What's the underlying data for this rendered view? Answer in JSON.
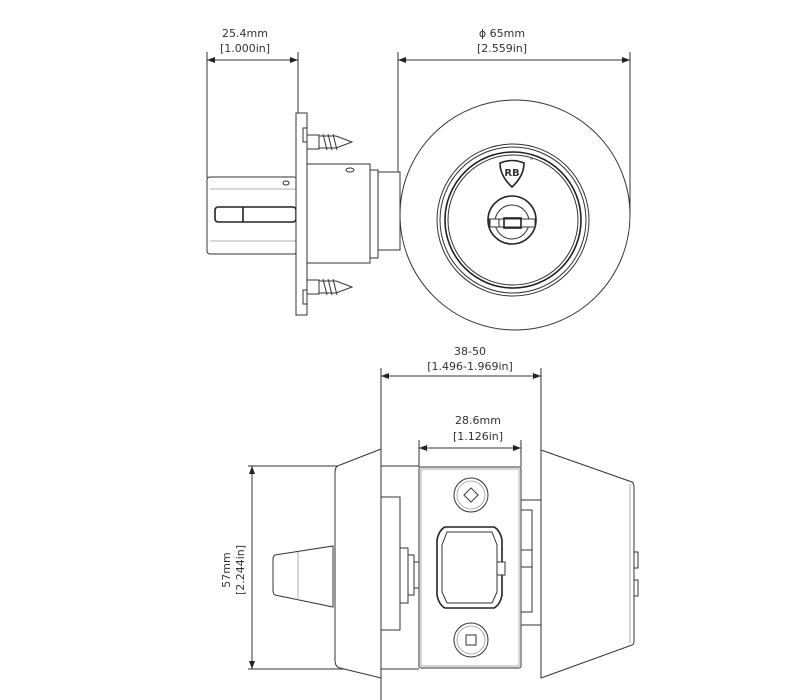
{
  "dimensions": {
    "backset_width": {
      "metric": "25.4mm",
      "imperial": "[1.000in]"
    },
    "rosette_diameter": {
      "metric": "ϕ 65mm",
      "imperial": "[2.559in]"
    },
    "door_thickness": {
      "metric": "38-50",
      "imperial": "[1.496-1.969in]"
    },
    "faceplate_width": {
      "metric": "28.6mm",
      "imperial": "[1.126in]"
    },
    "escutcheon_height": {
      "metric": "57mm",
      "imperial": "[2.244in]"
    }
  },
  "logo": {
    "text": "RB",
    "mark": "™"
  }
}
